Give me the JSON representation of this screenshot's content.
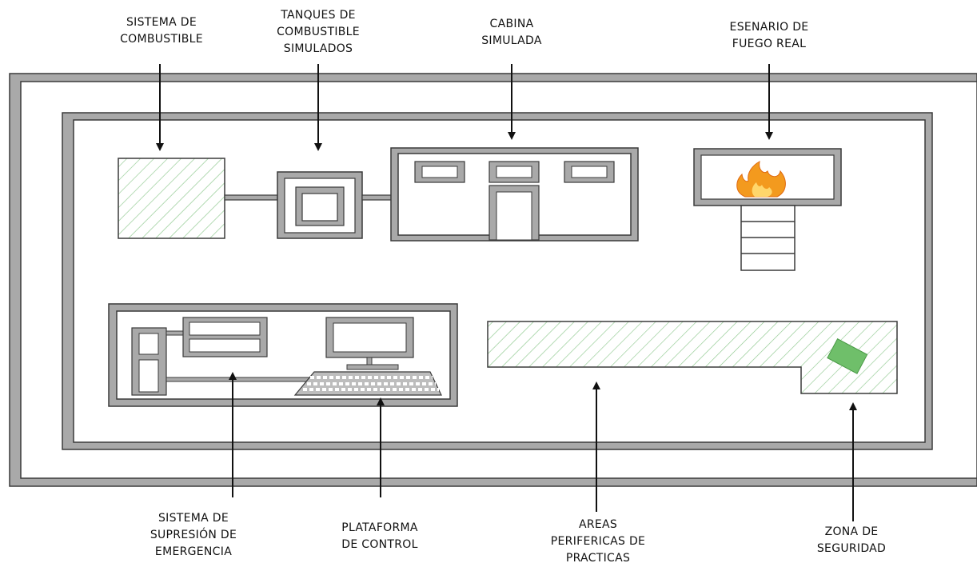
{
  "labels": {
    "sistema_combustible": [
      "SISTEMA DE",
      "COMBUSTIBLE"
    ],
    "tanques": [
      "TANQUES DE",
      "COMBUSTIBLE",
      "SIMULADOS"
    ],
    "cabina": [
      "CABINA",
      "SIMULADA"
    ],
    "esenario": [
      "ESENARIO DE",
      "FUEGO REAL"
    ],
    "supresion": [
      "SISTEMA DE",
      "SUPRESIÓN DE",
      "EMERGENCIA"
    ],
    "plataforma": [
      "PLATAFORMA",
      "DE CONTROL"
    ],
    "areas": [
      "AREAS",
      "PERIFERICAS DE",
      "PRACTICAS"
    ],
    "zona": [
      "ZONA DE",
      "SEGURIDAD"
    ]
  },
  "colors": {
    "line": "#3a3a3a",
    "wall_fill": "#a9a9a9",
    "hatch": "#8fc98f",
    "safety_zone": "#6fbf6a",
    "flame_outer": "#f39a1e",
    "flame_inner": "#ffd66b"
  },
  "icons": {
    "fire": "fire-icon",
    "keyboard": "keyboard-icon",
    "monitor": "monitor-icon"
  }
}
